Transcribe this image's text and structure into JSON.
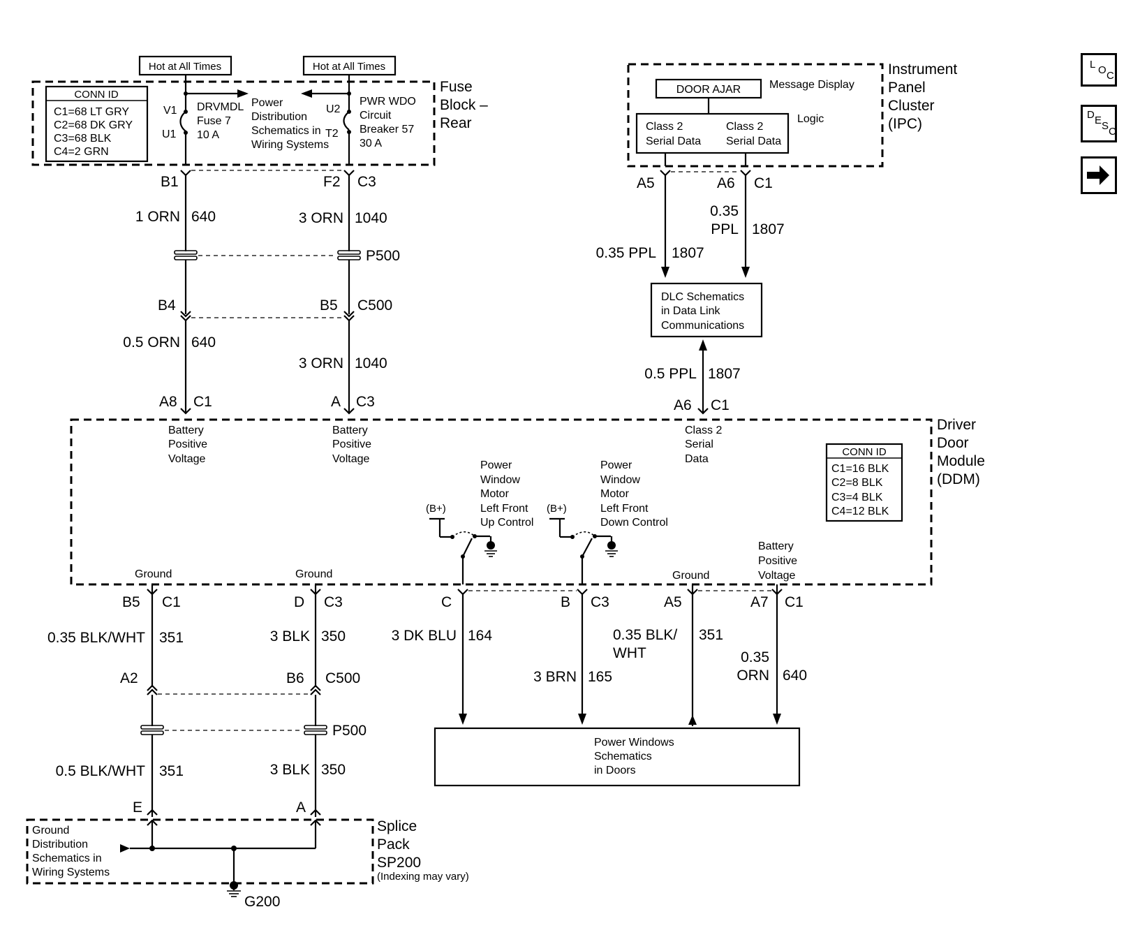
{
  "nav": {
    "loc": [
      "L",
      "O",
      "C"
    ],
    "desc": [
      "D",
      "E",
      "S",
      "C"
    ],
    "next_icon": "arrow-right-icon"
  },
  "fuse_block": {
    "title": [
      "Fuse",
      "Block –",
      "Rear"
    ],
    "conn_id": {
      "title": "CONN ID",
      "rows": [
        "C1=68 LT GRY",
        "C2=68 DK GRY",
        "C3=68 BLK",
        "C4=2 GRN"
      ]
    },
    "hot1": "Hot at All Times",
    "hot2": "Hot at All Times",
    "fuse7": {
      "top_pin": "V1",
      "bottom_pin": "U1",
      "name": [
        "DRVMDL",
        "Fuse 7",
        "10 A"
      ]
    },
    "breaker57": {
      "top_pin": "U2",
      "bottom_pin": "T2",
      "name": [
        "PWR WDO",
        "Circuit",
        "Breaker 57",
        "30 A"
      ]
    },
    "power_dist": [
      "Power",
      "Distribution",
      "Schematics in",
      "Wiring Systems"
    ]
  },
  "ipc": {
    "title": [
      "Instrument",
      "Panel",
      "Cluster",
      "(IPC)"
    ],
    "door_ajar": "DOOR AJAR",
    "message_display": "Message Display",
    "logic": "Logic",
    "class2_left": [
      "Class 2",
      "Serial Data"
    ],
    "class2_right": [
      "Class 2",
      "Serial Data"
    ]
  },
  "dlc": [
    "DLC Schematics",
    "in Data Link",
    "Communications"
  ],
  "ddm": {
    "title": [
      "Driver",
      "Door",
      "Module",
      "(DDM)"
    ],
    "conn_id": {
      "title": "CONN ID",
      "rows": [
        "C1=16 BLK",
        "C2=8 BLK",
        "C3=4 BLK",
        "C4=12 BLK"
      ]
    },
    "bpv1": [
      "Battery",
      "Positive",
      "Voltage"
    ],
    "bpv2": [
      "Battery",
      "Positive",
      "Voltage"
    ],
    "class2": [
      "Class 2",
      "Serial",
      "Data"
    ],
    "up_control": [
      "Power",
      "Window",
      "Motor",
      "Left Front",
      "Up Control"
    ],
    "down_control": [
      "Power",
      "Window",
      "Motor",
      "Left Front",
      "Down Control"
    ],
    "bplus_up": "(B+)",
    "bplus_down": "(B+)",
    "ground1": "Ground",
    "ground2": "Ground",
    "ground3": "Ground",
    "bpv3": [
      "Battery",
      "Positive",
      "Voltage"
    ]
  },
  "power_windows": [
    "Power Windows",
    "Schematics",
    "in Doors"
  ],
  "splice_pack": {
    "title": [
      "Splice",
      "Pack",
      "SP200"
    ],
    "note": "(Indexing may vary)",
    "ground_dist": [
      "Ground",
      "Distribution",
      "Schematics in",
      "Wiring Systems"
    ],
    "ground": "G200"
  },
  "pins": {
    "b1": "B1",
    "f2": "F2",
    "c3_top": "C3",
    "a5_ipc": "A5",
    "a6_ipc": "A6",
    "c1_ipc": "C1",
    "p500_top": "P500",
    "b4": "B4",
    "b5_top": "B5",
    "c500_top": "C500",
    "a8": "A8",
    "c1_a8": "C1",
    "a_top": "A",
    "c3_a": "C3",
    "a6_ddm": "A6",
    "c1_ddm": "C1",
    "b5": "B5",
    "c1_b5": "C1",
    "d": "D",
    "c3_d": "C3",
    "c": "C",
    "b": "B",
    "c3_b": "C3",
    "a5_ddm": "A5",
    "a7": "A7",
    "c1_a7": "C1",
    "a2": "A2",
    "b6": "B6",
    "c500_bot": "C500",
    "p500_bot": "P500",
    "e": "E",
    "a_bot": "A"
  },
  "wires": {
    "w1_color": "1 ORN",
    "w1_num": "640",
    "w2_color": "3 ORN",
    "w2_num": "1040",
    "w3_color": "0.5 ORN",
    "w3_num": "640",
    "w4_color": "3 ORN",
    "w4_num": "1040",
    "w5_color": "0.35 PPL",
    "w5_num": "1807",
    "w6_color": [
      "0.35",
      "PPL"
    ],
    "w6_num": "1807",
    "w7_color": "0.5 PPL",
    "w7_num": "1807",
    "w8_color": "0.35 BLK/WHT",
    "w8_num": "351",
    "w9_color": "3 BLK",
    "w9_num": "350",
    "w10_color": "3 DK BLU",
    "w10_num": "164",
    "w11_color": "3 BRN",
    "w11_num": "165",
    "w12_color": [
      "0.35 BLK/",
      "WHT"
    ],
    "w12_num": "351",
    "w13_color": [
      "0.35",
      "ORN"
    ],
    "w13_num": "640",
    "w14_color": "0.5 BLK/WHT",
    "w14_num": "351",
    "w15_color": "3 BLK",
    "w15_num": "350"
  }
}
